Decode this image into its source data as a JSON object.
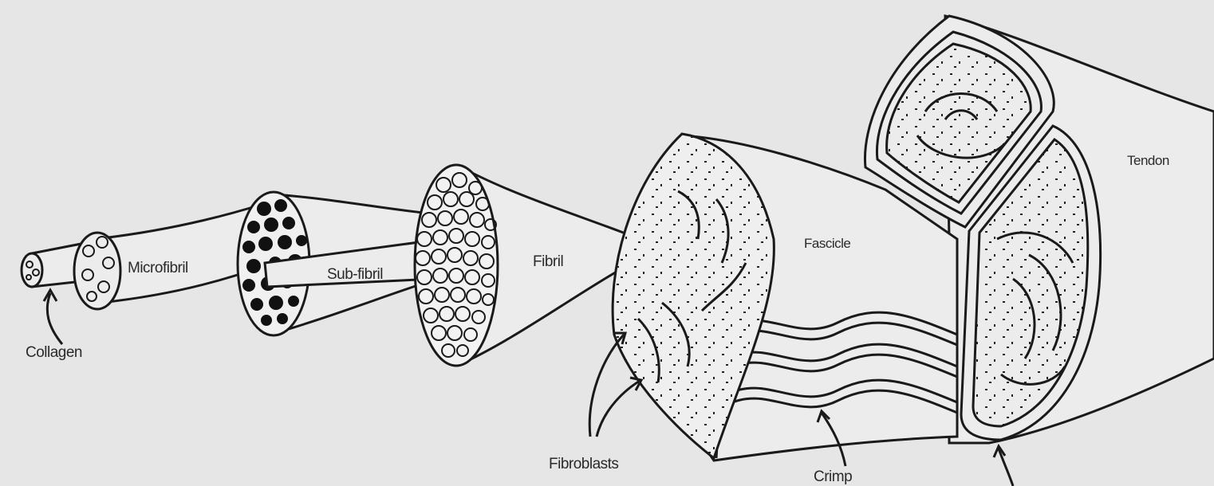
{
  "labels": {
    "collagen": "Collagen",
    "microfibril": "Microfibril",
    "subfibril": "Sub-fibril",
    "fibril": "Fibril",
    "fascicle": "Fascicle",
    "fibroblasts": "Fibroblasts",
    "crimp": "Crimp",
    "tendon": "Tendon"
  },
  "colors": {
    "ink": "#1a1a1a",
    "paper": "#ebebeb",
    "background": "#e6e6e6"
  }
}
